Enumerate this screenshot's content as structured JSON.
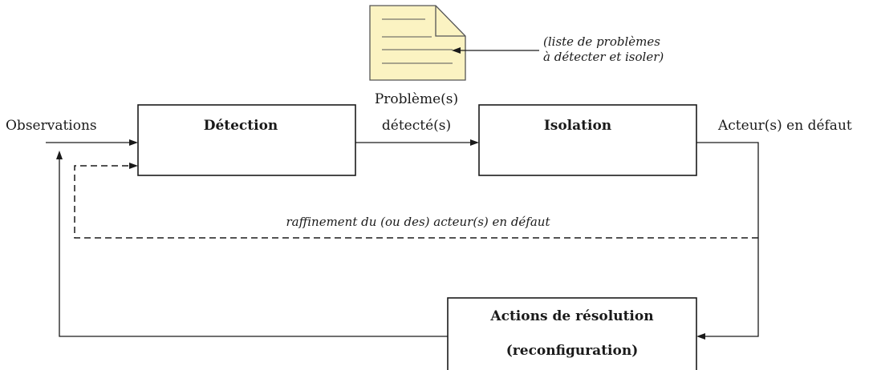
{
  "nodes": {
    "detection": "Détection",
    "isolation": "Isolation",
    "actions": {
      "line1": "Actions de résolution",
      "line2": "(reconfiguration)"
    }
  },
  "labels": {
    "observations": "Observations",
    "problemes_line1": "Problème(s)",
    "problemes_line2": "détecté(s)",
    "acteurs": "Acteur(s) en défaut",
    "liste_line1": "(liste de problèmes",
    "liste_line2": "à détecter et isoler)",
    "raffinement": "raffinement du (ou des) acteur(s) en défaut"
  },
  "colors": {
    "document_fill": "#fbf3c2",
    "document_stroke": "#555555"
  }
}
